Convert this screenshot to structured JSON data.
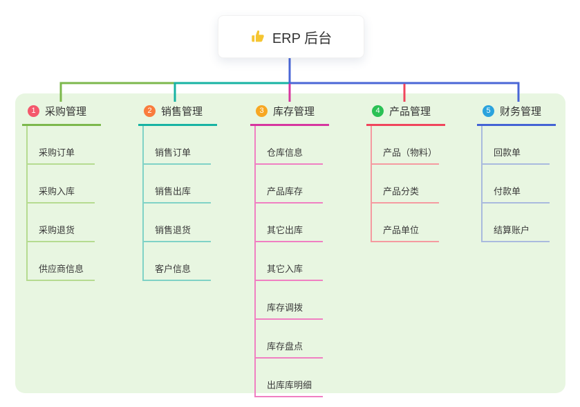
{
  "root": {
    "title": "ERP 后台",
    "icon": "thumbs-up-icon"
  },
  "palette": {
    "panel_background": "#e8f6e1",
    "stem_blue": "#4a66d6",
    "branch1_line": "#7cb84c",
    "branch1_item_line": "#b5db90",
    "branch1_badge": "#f4586c",
    "branch2_line": "#17b3a3",
    "branch2_item_line": "#7fd2c6",
    "branch2_badge": "#f97c3d",
    "branch3_line": "#d6369f",
    "branch3_item_line": "#f07fc2",
    "branch3_badge": "#f7a723",
    "branch4_line": "#f0455c",
    "branch4_item_line": "#f59aa0",
    "branch4_badge": "#2bc155",
    "branch5_line": "#4463d4",
    "branch5_item_line": "#a9bade",
    "branch5_badge": "#2ba3dd",
    "thumb_icon_color": "#f5c531",
    "text_color": "#333333"
  },
  "branches": [
    {
      "index": "1",
      "title": "采购管理",
      "items": [
        "采购订单",
        "采购入库",
        "采购退货",
        "供应商信息"
      ]
    },
    {
      "index": "2",
      "title": "销售管理",
      "items": [
        "销售订单",
        "销售出库",
        "销售退货",
        "客户信息"
      ]
    },
    {
      "index": "3",
      "title": "库存管理",
      "items": [
        "仓库信息",
        "产品库存",
        "其它出库",
        "其它入库",
        "库存调拨",
        "库存盘点",
        "出库库明细"
      ]
    },
    {
      "index": "4",
      "title": "产品管理",
      "items": [
        "产品（物料）",
        "产品分类",
        "产品单位"
      ]
    },
    {
      "index": "5",
      "title": "财务管理",
      "items": [
        "回款单",
        "付款单",
        "结算账户"
      ]
    }
  ]
}
